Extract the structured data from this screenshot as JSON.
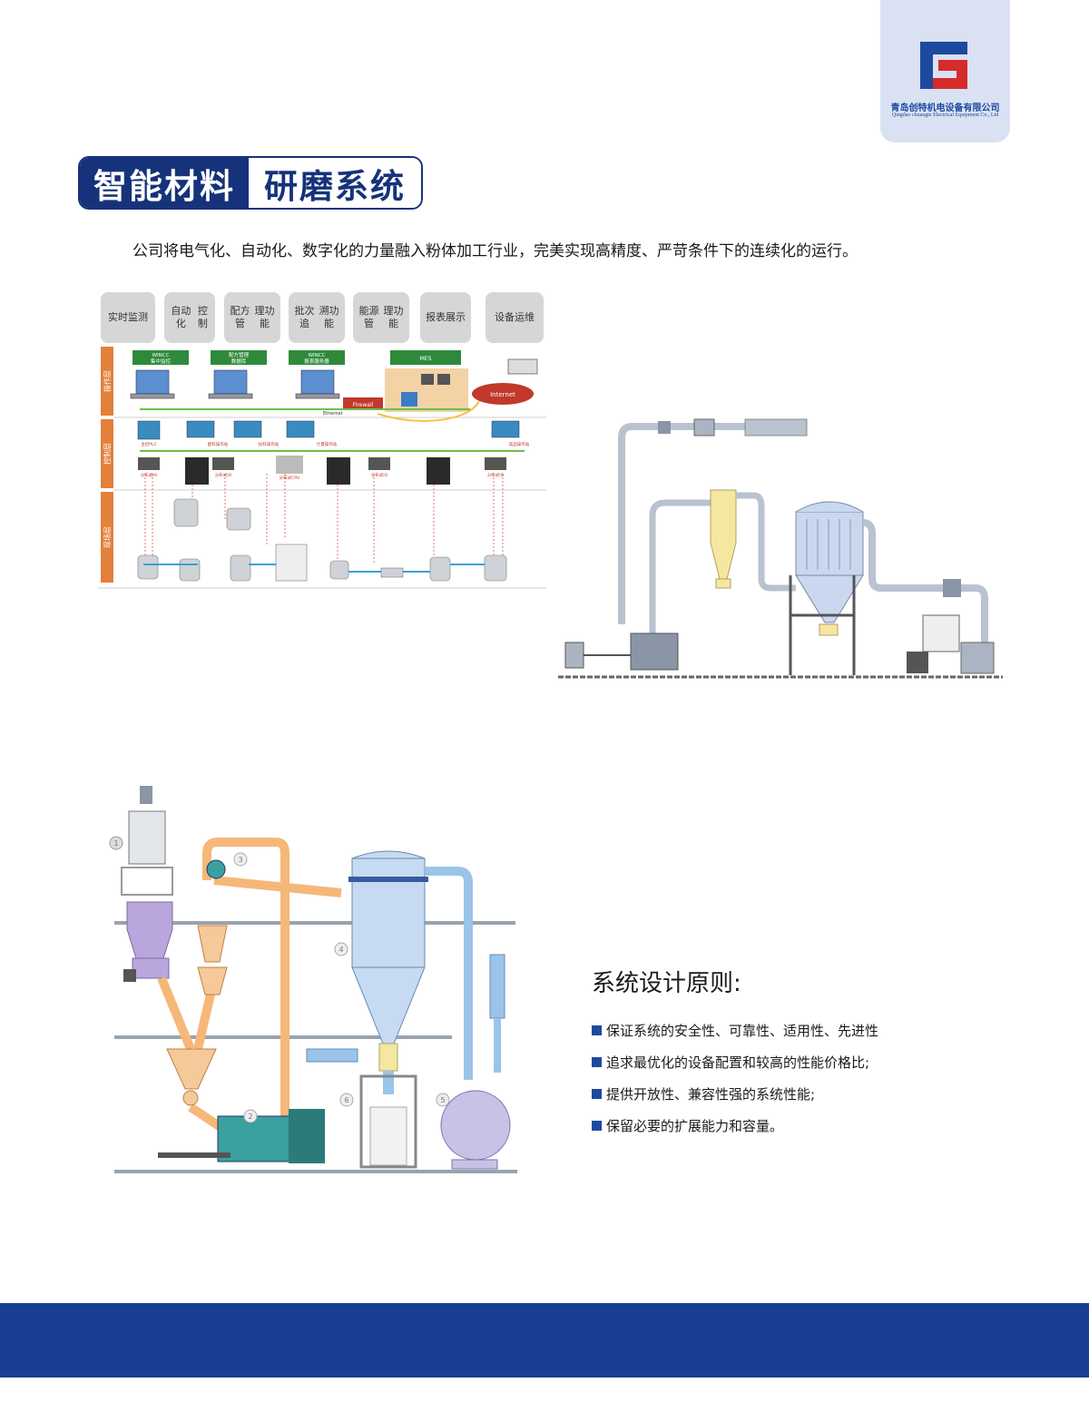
{
  "company": {
    "name_cn": "青岛创特机电设备有限公司",
    "name_en": "Qingdao chuangte Electrical Equipment Co., Ltd",
    "colors": {
      "brand_blue": "#1d4aa0",
      "accent_red": "#d62b2b"
    }
  },
  "title": {
    "left": "智能材料",
    "right": "研磨系统"
  },
  "intro": "公司将电气化、自动化、数字化的力量融入粉体加工行业，完美实现高精度、严苛条件下的连续化的运行。",
  "architecture": {
    "functions": [
      "实时监测",
      "自动化控制",
      "配方管理功能",
      "批次追溯功能",
      "能源管理功能",
      "报表展示",
      "设备运维"
    ],
    "function_lines": [
      [
        "实时监",
        "测"
      ],
      [
        "自动化",
        "控制"
      ],
      [
        "配方管",
        "理功能"
      ],
      [
        "批次追",
        "溯功能"
      ],
      [
        "能源管",
        "理功能"
      ],
      [
        "报表",
        "展示"
      ],
      [
        "设备",
        "运维"
      ]
    ],
    "layers": [
      "操作层",
      "控制层",
      "现场层"
    ],
    "servers": [
      [
        "WINCC",
        "集中监控"
      ],
      [
        "配方管理",
        "数据库"
      ],
      [
        "WINCC",
        "报表服务器"
      ],
      [
        "MES"
      ]
    ],
    "firewall": "Firewall",
    "internet": "Internet",
    "ethernet": "Ethernet",
    "stations": [
      "主控PLC",
      "配料操作站",
      "投料操作站",
      "计量操作站",
      "成品操作站"
    ],
    "io_labels": [
      "分布式IO",
      "分布式IO",
      "分布式CPU",
      "分布式IO",
      "分布式IO"
    ],
    "colors": {
      "layer": "#e3803a",
      "server_bar": "#2e8a3a",
      "network": "#6cc04a",
      "field_line": "#d9534f",
      "pipe": "#3aa0d8"
    }
  },
  "diagram2": {
    "labels": [
      "1",
      "2",
      "3",
      "4",
      "5",
      "6"
    ]
  },
  "principles": {
    "title": "系统设计原则:",
    "items": [
      "保证系统的安全性、可靠性、适用性、先进性",
      "追求最优化的设备配置和较高的性能价格比;",
      "提供开放性、兼容性强的系统性能;",
      "保留必要的扩展能力和容量。"
    ],
    "bullet_color": "#1d4aa0"
  },
  "footer": {
    "color": "#193f92"
  }
}
